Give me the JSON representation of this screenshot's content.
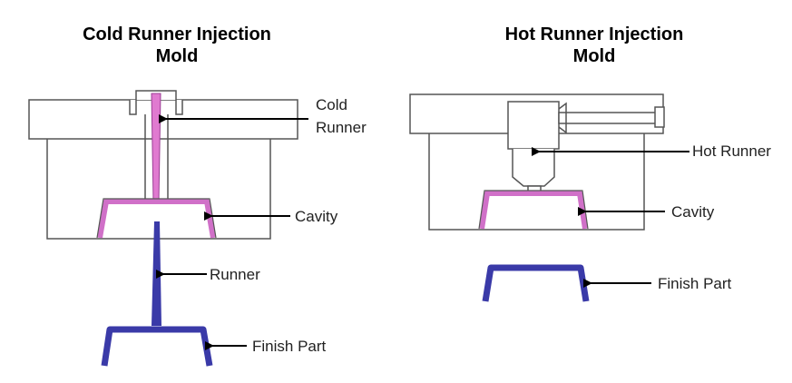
{
  "cold": {
    "title_line1": "Cold Runner Injection",
    "title_line2": "Mold",
    "label_runner_line1": "Cold",
    "label_runner_line2": "Runner",
    "label_cavity": "Cavity",
    "label_runner": "Runner",
    "label_finish": "Finish Part"
  },
  "hot": {
    "title_line1": "Hot Runner Injection",
    "title_line2": "Mold",
    "label_runner": "Hot Runner",
    "label_cavity": "Cavity",
    "label_finish": "Finish Part"
  },
  "colors": {
    "outline": "#555555",
    "cavity_pink": "#e080d0",
    "part_blue": "#3a3aa8"
  }
}
